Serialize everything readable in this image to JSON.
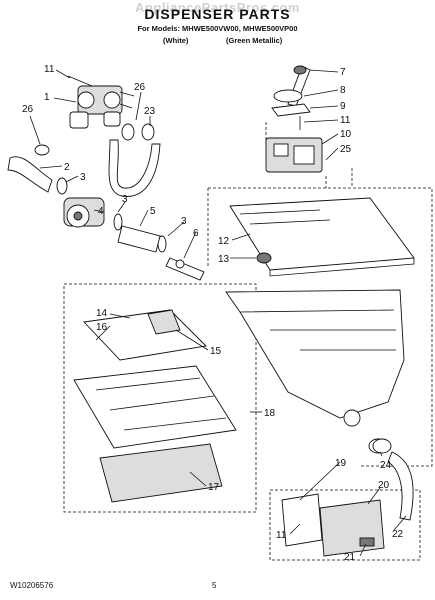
{
  "header": {
    "watermark": "AppliancePartsPros.com",
    "title": "DISPENSER PARTS",
    "models": "For Models: MHWE500VW00, MHWE500VP00",
    "variant_white": "(White)",
    "variant_green": "(Green Metallic)"
  },
  "callouts": [
    "1",
    "2",
    "3",
    "3",
    "3",
    "4",
    "5",
    "6",
    "7",
    "8",
    "9",
    "10",
    "11",
    "11",
    "11",
    "12",
    "13",
    "14",
    "15",
    "16",
    "17",
    "18",
    "19",
    "20",
    "21",
    "22",
    "23",
    "24",
    "25",
    "26",
    "26"
  ],
  "footer": {
    "doc_number": "W10206576",
    "page_number": "5"
  }
}
